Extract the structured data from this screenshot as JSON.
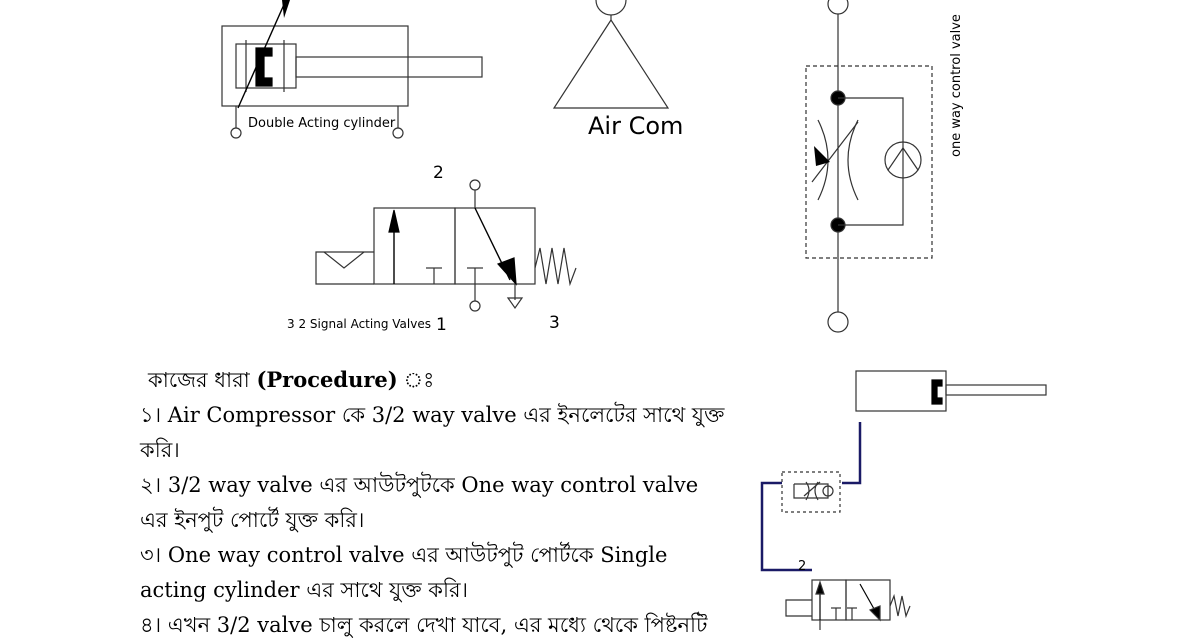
{
  "diagram": {
    "double_acting_cylinder_label": "Double Acting cylinder",
    "air_compressor_label": "Air Com",
    "one_way_control_valve_label": "one way control valve",
    "signal_valve_label": "3 2 Signal Acting Valves",
    "port_labels": {
      "p2": "2",
      "p1": "1",
      "p3": "3",
      "mini_p2": "2"
    }
  },
  "procedure": {
    "title_bn": "কাজের ধারা",
    "title_en": "(Procedure)",
    "title_suffix": " ঃ",
    "steps": [
      "১। Air Compressor কে 3/2 way valve এর ইনলেটের সাথে যুক্ত করি।",
      "২। 3/2 way valve এর আউটপুটকে One way control valve এর ইনপুট পোর্টে যুক্ত করি।",
      "৩। One way control valve এর আউটপুট পোর্টকে Single acting cylinder এর সাথে যুক্ত করি।",
      "৪। এখন 3/2 valve চালু করলে দেখা যাবে, এর মধ্যে থেকে পিষ্টনটি"
    ]
  }
}
